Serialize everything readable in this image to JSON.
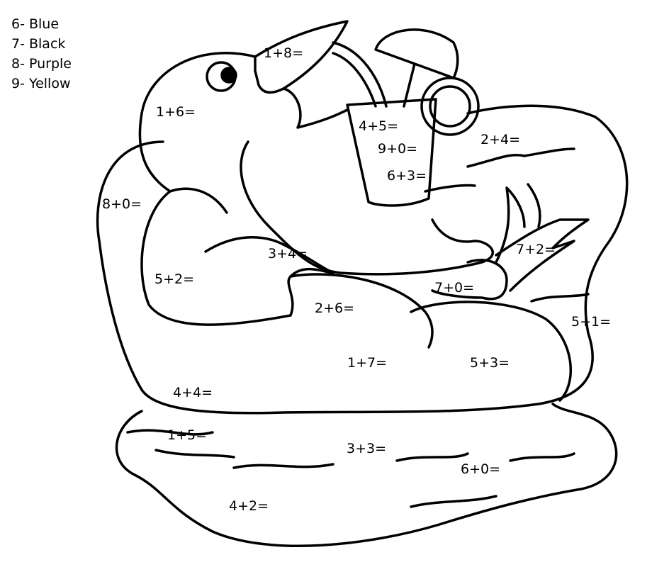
{
  "legend": [
    "6- Blue",
    "7- Black",
    "8- Purple",
    "9- Yellow"
  ],
  "problems": [
    "1+8=",
    "1+6=",
    "4+5=",
    "9+0=",
    "6+3=",
    "2+4=",
    "8+0=",
    "3+4=",
    "7+2=",
    "5+2=",
    "7+0=",
    "2+6=",
    "5+1=",
    "1+7=",
    "5+3=",
    "4+4=",
    "1+5=",
    "3+3=",
    "6+0=",
    "4+2="
  ],
  "colors": {
    "line": "#000000",
    "background": "#ffffff"
  }
}
